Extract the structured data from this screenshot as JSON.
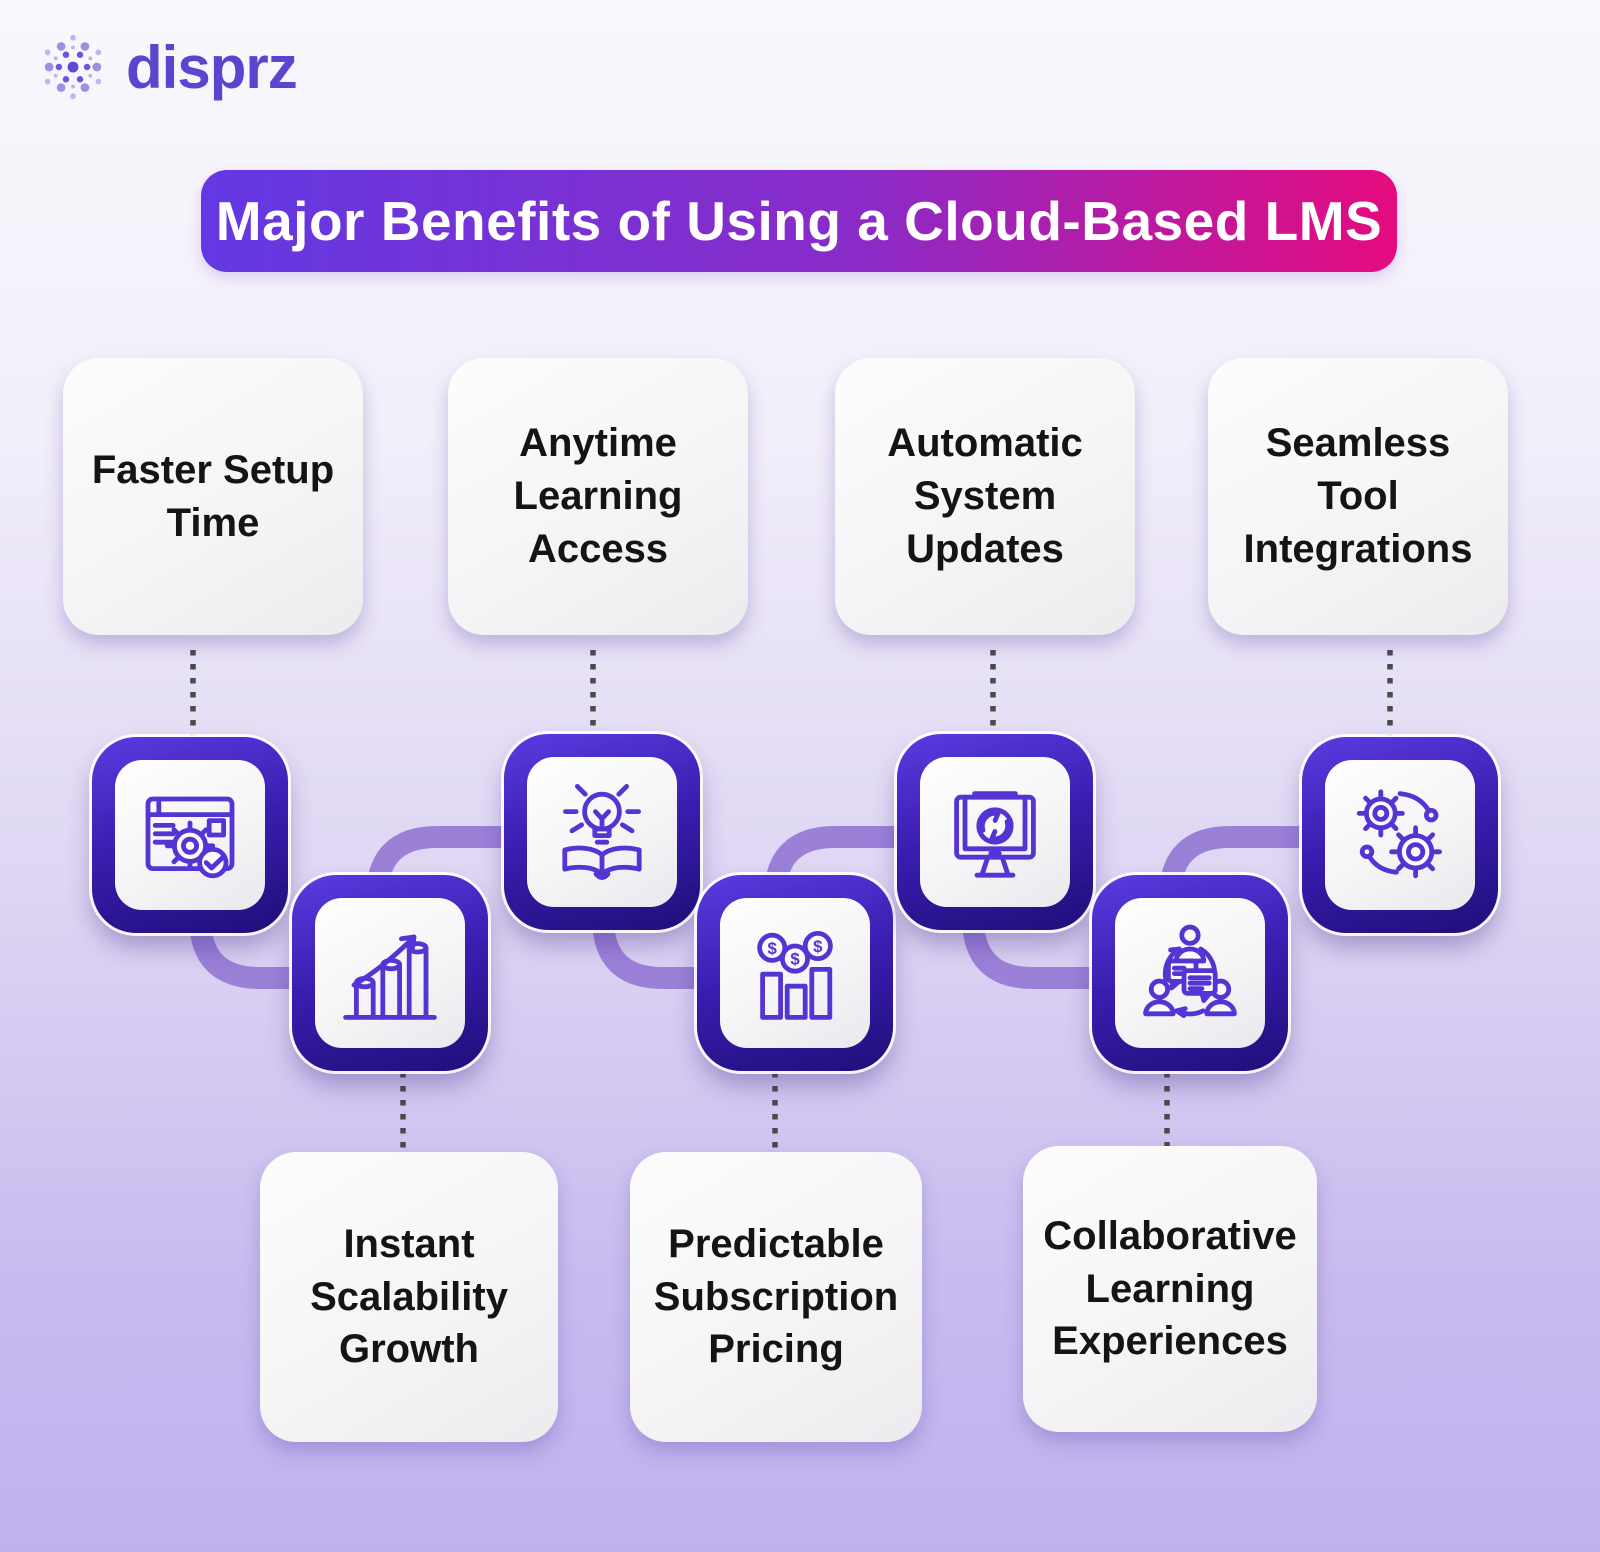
{
  "brand": {
    "name": "disprz",
    "logo_icon": "dotted-network-burst"
  },
  "header": {
    "title": "Major Benefits of Using a Cloud-Based LMS"
  },
  "benefits": [
    {
      "order": 1,
      "label": "Faster Setup Time",
      "icon": "browser-gear-check-icon",
      "row": "top"
    },
    {
      "order": 2,
      "label": "Instant Scalability Growth",
      "icon": "growth-bar-chart-icon",
      "row": "bottom"
    },
    {
      "order": 3,
      "label": "Anytime Learning Access",
      "icon": "lightbulb-book-icon",
      "row": "top"
    },
    {
      "order": 4,
      "label": "Predictable Subscription Pricing",
      "icon": "coins-bar-chart-icon",
      "row": "bottom"
    },
    {
      "order": 5,
      "label": "Automatic System Updates",
      "icon": "monitor-sync-icon",
      "row": "top"
    },
    {
      "order": 6,
      "label": "Collaborative Learning Experiences",
      "icon": "people-chat-cycle-icon",
      "row": "bottom"
    },
    {
      "order": 7,
      "label": "Seamless Tool Integrations",
      "icon": "connected-gears-icon",
      "row": "top"
    }
  ],
  "colors": {
    "banner_gradient_start": "#6338E2",
    "banner_gradient_end": "#E50B7E",
    "logo_purple": "#5847CE",
    "icon_stroke": "#5434D2",
    "icon_box_border_top": "#5B3BE0",
    "icon_box_border_bottom": "#200E79",
    "connector_path": "#9B80D8",
    "dotted_line": "#4A4A4A",
    "background_top": "#F9F8FC",
    "background_bottom": "#BFB1EE",
    "card_text": "#141414"
  }
}
